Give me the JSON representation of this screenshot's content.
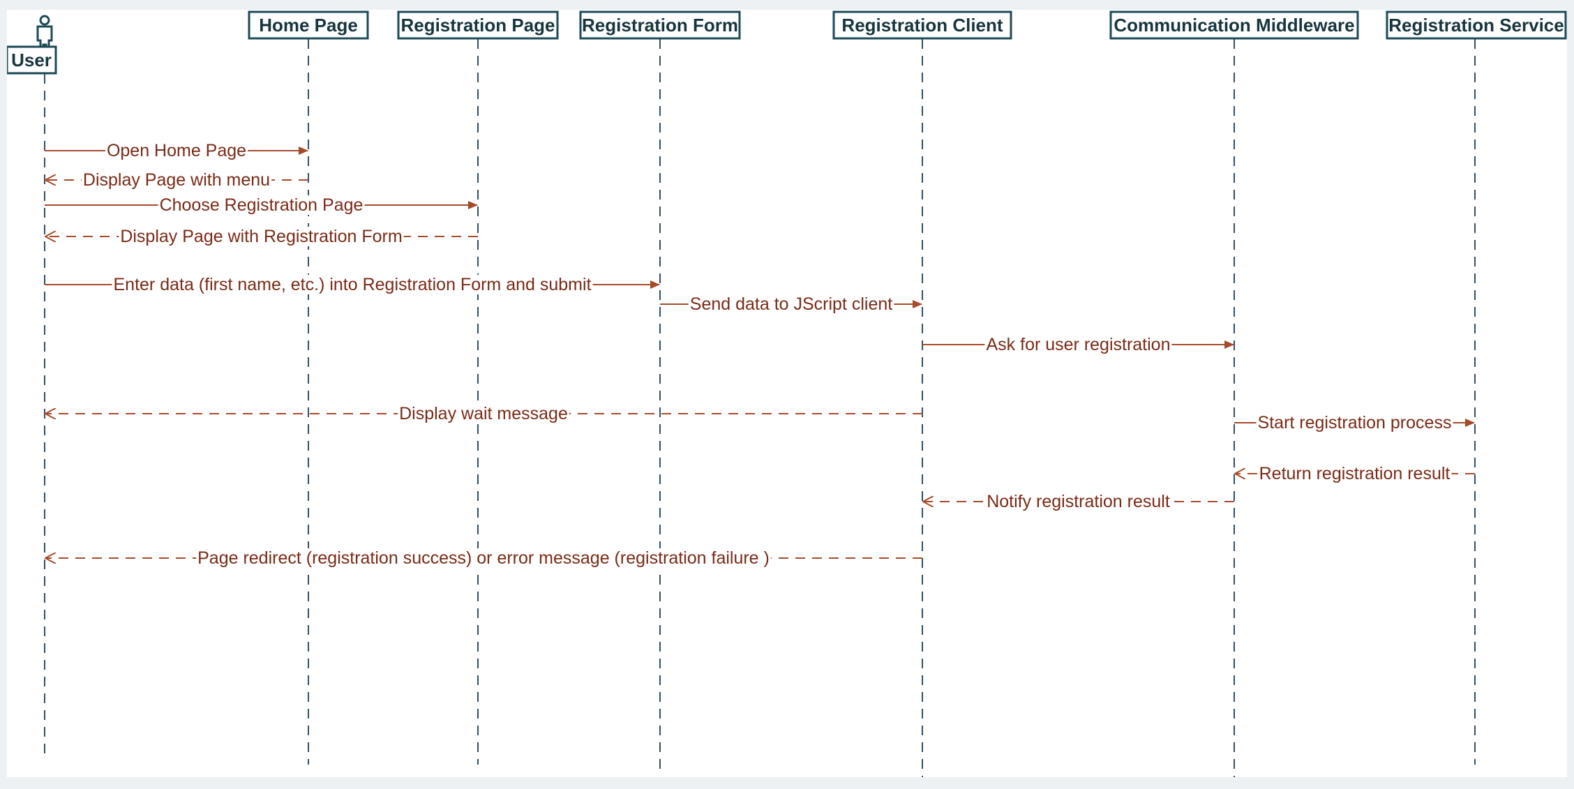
{
  "diagram": {
    "type": "sequence",
    "colors": {
      "lifeline": "#2f4f66",
      "box_border": "#1c4a57",
      "box_text": "#17353d",
      "message": "#a64a2a",
      "message_text": "#7a2a16",
      "background": "#ffffff",
      "frame": "#eef1f3"
    },
    "actor": {
      "id": "user",
      "label": "User",
      "icon": "stick-figure-icon"
    },
    "participants": [
      {
        "id": "home",
        "label": "Home Page"
      },
      {
        "id": "regpage",
        "label": "Registration Page"
      },
      {
        "id": "regform",
        "label": "Registration Form"
      },
      {
        "id": "regclient",
        "label": "Registration Client"
      },
      {
        "id": "middleware",
        "label": "Communication Middleware"
      },
      {
        "id": "regservice",
        "label": "Registration Service"
      }
    ],
    "messages": [
      {
        "from": "user",
        "to": "home",
        "label": "Open Home Page",
        "kind": "sync"
      },
      {
        "from": "home",
        "to": "user",
        "label": "Display Page with menu",
        "kind": "return"
      },
      {
        "from": "user",
        "to": "regpage",
        "label": "Choose Registration Page",
        "kind": "sync"
      },
      {
        "from": "regpage",
        "to": "user",
        "label": "Display Page with Registration Form",
        "kind": "return"
      },
      {
        "from": "user",
        "to": "regform",
        "label": "Enter data (first name, etc.) into Registration Form and submit",
        "kind": "sync"
      },
      {
        "from": "regform",
        "to": "regclient",
        "label": "Send data to JScript client",
        "kind": "sync"
      },
      {
        "from": "regclient",
        "to": "middleware",
        "label": "Ask for user registration",
        "kind": "sync"
      },
      {
        "from": "regclient",
        "to": "user",
        "label": "Display wait message",
        "kind": "return"
      },
      {
        "from": "middleware",
        "to": "regservice",
        "label": "Start registration process",
        "kind": "sync"
      },
      {
        "from": "regservice",
        "to": "middleware",
        "label": "Return registration result",
        "kind": "return"
      },
      {
        "from": "middleware",
        "to": "regclient",
        "label": "Notify registration result",
        "kind": "return"
      },
      {
        "from": "regclient",
        "to": "user",
        "label": "Page redirect (registration success) or error message (registration failure )",
        "kind": "return"
      }
    ]
  }
}
